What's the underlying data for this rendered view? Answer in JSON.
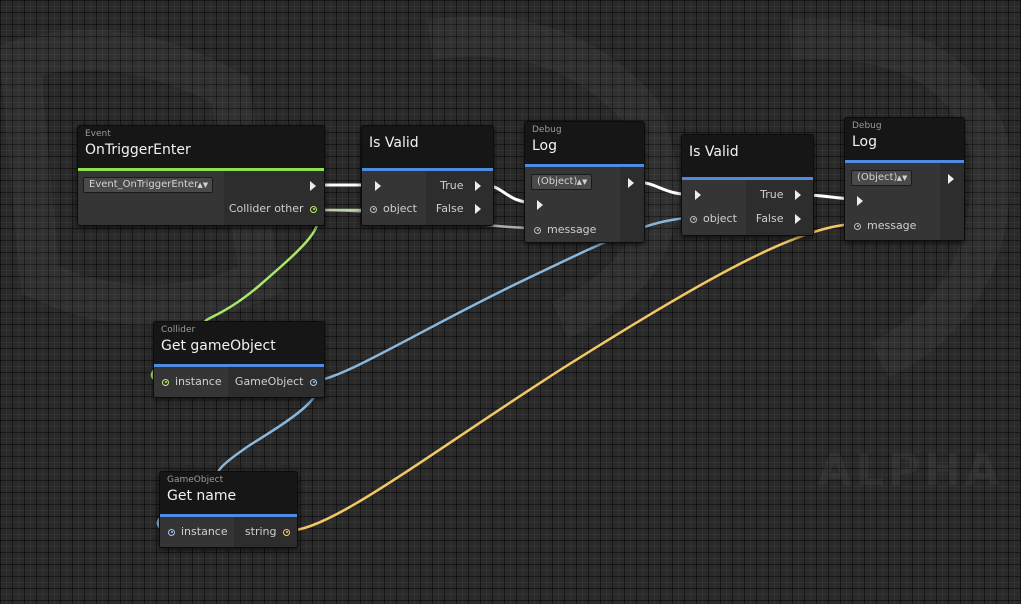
{
  "nodes": {
    "on_trigger_enter": {
      "category": "Event",
      "title": "OnTriggerEnter",
      "dropdown": "Event_OnTriggerEnter",
      "output_label": "Collider other"
    },
    "is_valid_1": {
      "title": "Is Valid",
      "input_label": "object",
      "true_label": "True",
      "false_label": "False"
    },
    "log_1": {
      "category": "Debug",
      "title": "Log",
      "dropdown": "(Object)",
      "input_label": "message"
    },
    "is_valid_2": {
      "title": "Is Valid",
      "input_label": "object",
      "true_label": "True",
      "false_label": "False"
    },
    "log_2": {
      "category": "Debug",
      "title": "Log",
      "dropdown": "(Object)",
      "input_label": "message"
    },
    "get_game_object": {
      "category": "Collider",
      "title": "Get gameObject",
      "input_label": "instance",
      "output_label": "GameObject"
    },
    "get_name": {
      "category": "GameObject",
      "title": "Get name",
      "input_label": "instance",
      "output_label": "string"
    }
  },
  "colors": {
    "flow": "#ffffff",
    "collider": "#a8e86a",
    "gameobject": "#8ab7dc",
    "string": "#f2c866",
    "event_bar": "#8fe04f",
    "node_bar": "#4d8ce0"
  },
  "watermark": "ALPHA"
}
